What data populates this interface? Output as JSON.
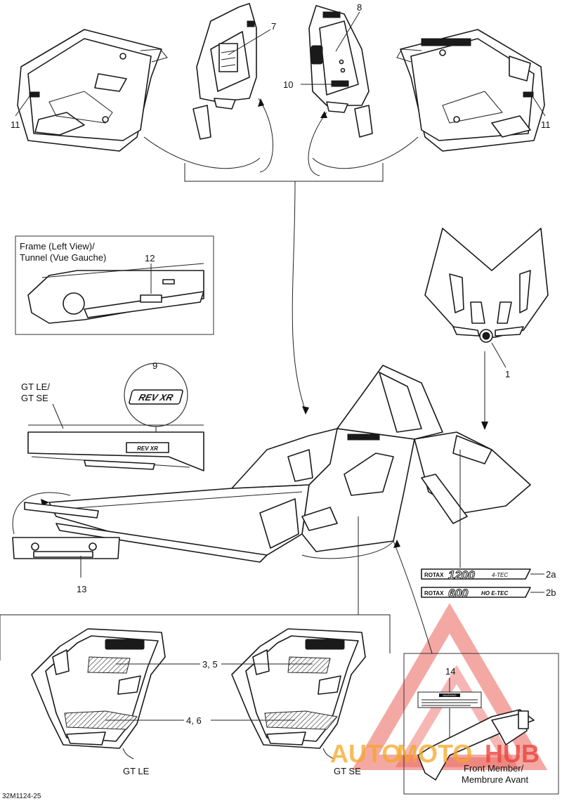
{
  "callouts": {
    "c1": "1",
    "c2a": "2a",
    "c2b": "2b",
    "c35": "3, 5",
    "c46": "4, 6",
    "c7": "7",
    "c8": "8",
    "c9": "9",
    "c10": "10",
    "c11": "11",
    "c12": "12",
    "c13": "13",
    "c14": "14"
  },
  "captions": {
    "frame_line1": "Frame (Left View)/",
    "frame_line2": "Tunnel (Vue Gauche)",
    "gt_le_se_line1": "GT LE/",
    "gt_le_se_line2": "GT SE",
    "gt_le": "GT LE",
    "gt_se": "GT SE",
    "front_member_line1": "Front Member/",
    "front_member_line2": "Membrure Avant",
    "doc_code": "32M1124-25"
  },
  "decals": {
    "rotax_1200": {
      "brand": "ROTAX",
      "number": "1200",
      "suffix": "4-TEC"
    },
    "rotax_600": {
      "brand": "ROTAX",
      "number": "600",
      "suffix": "HO E-TEC"
    },
    "rev_xr": "REV XR",
    "warning": "WARNING"
  },
  "watermark": {
    "part1": "AUTO",
    "part2": "MOTO",
    "part3": "HUB",
    "color_red": "#e8453c",
    "color_orange": "#f5a623"
  }
}
